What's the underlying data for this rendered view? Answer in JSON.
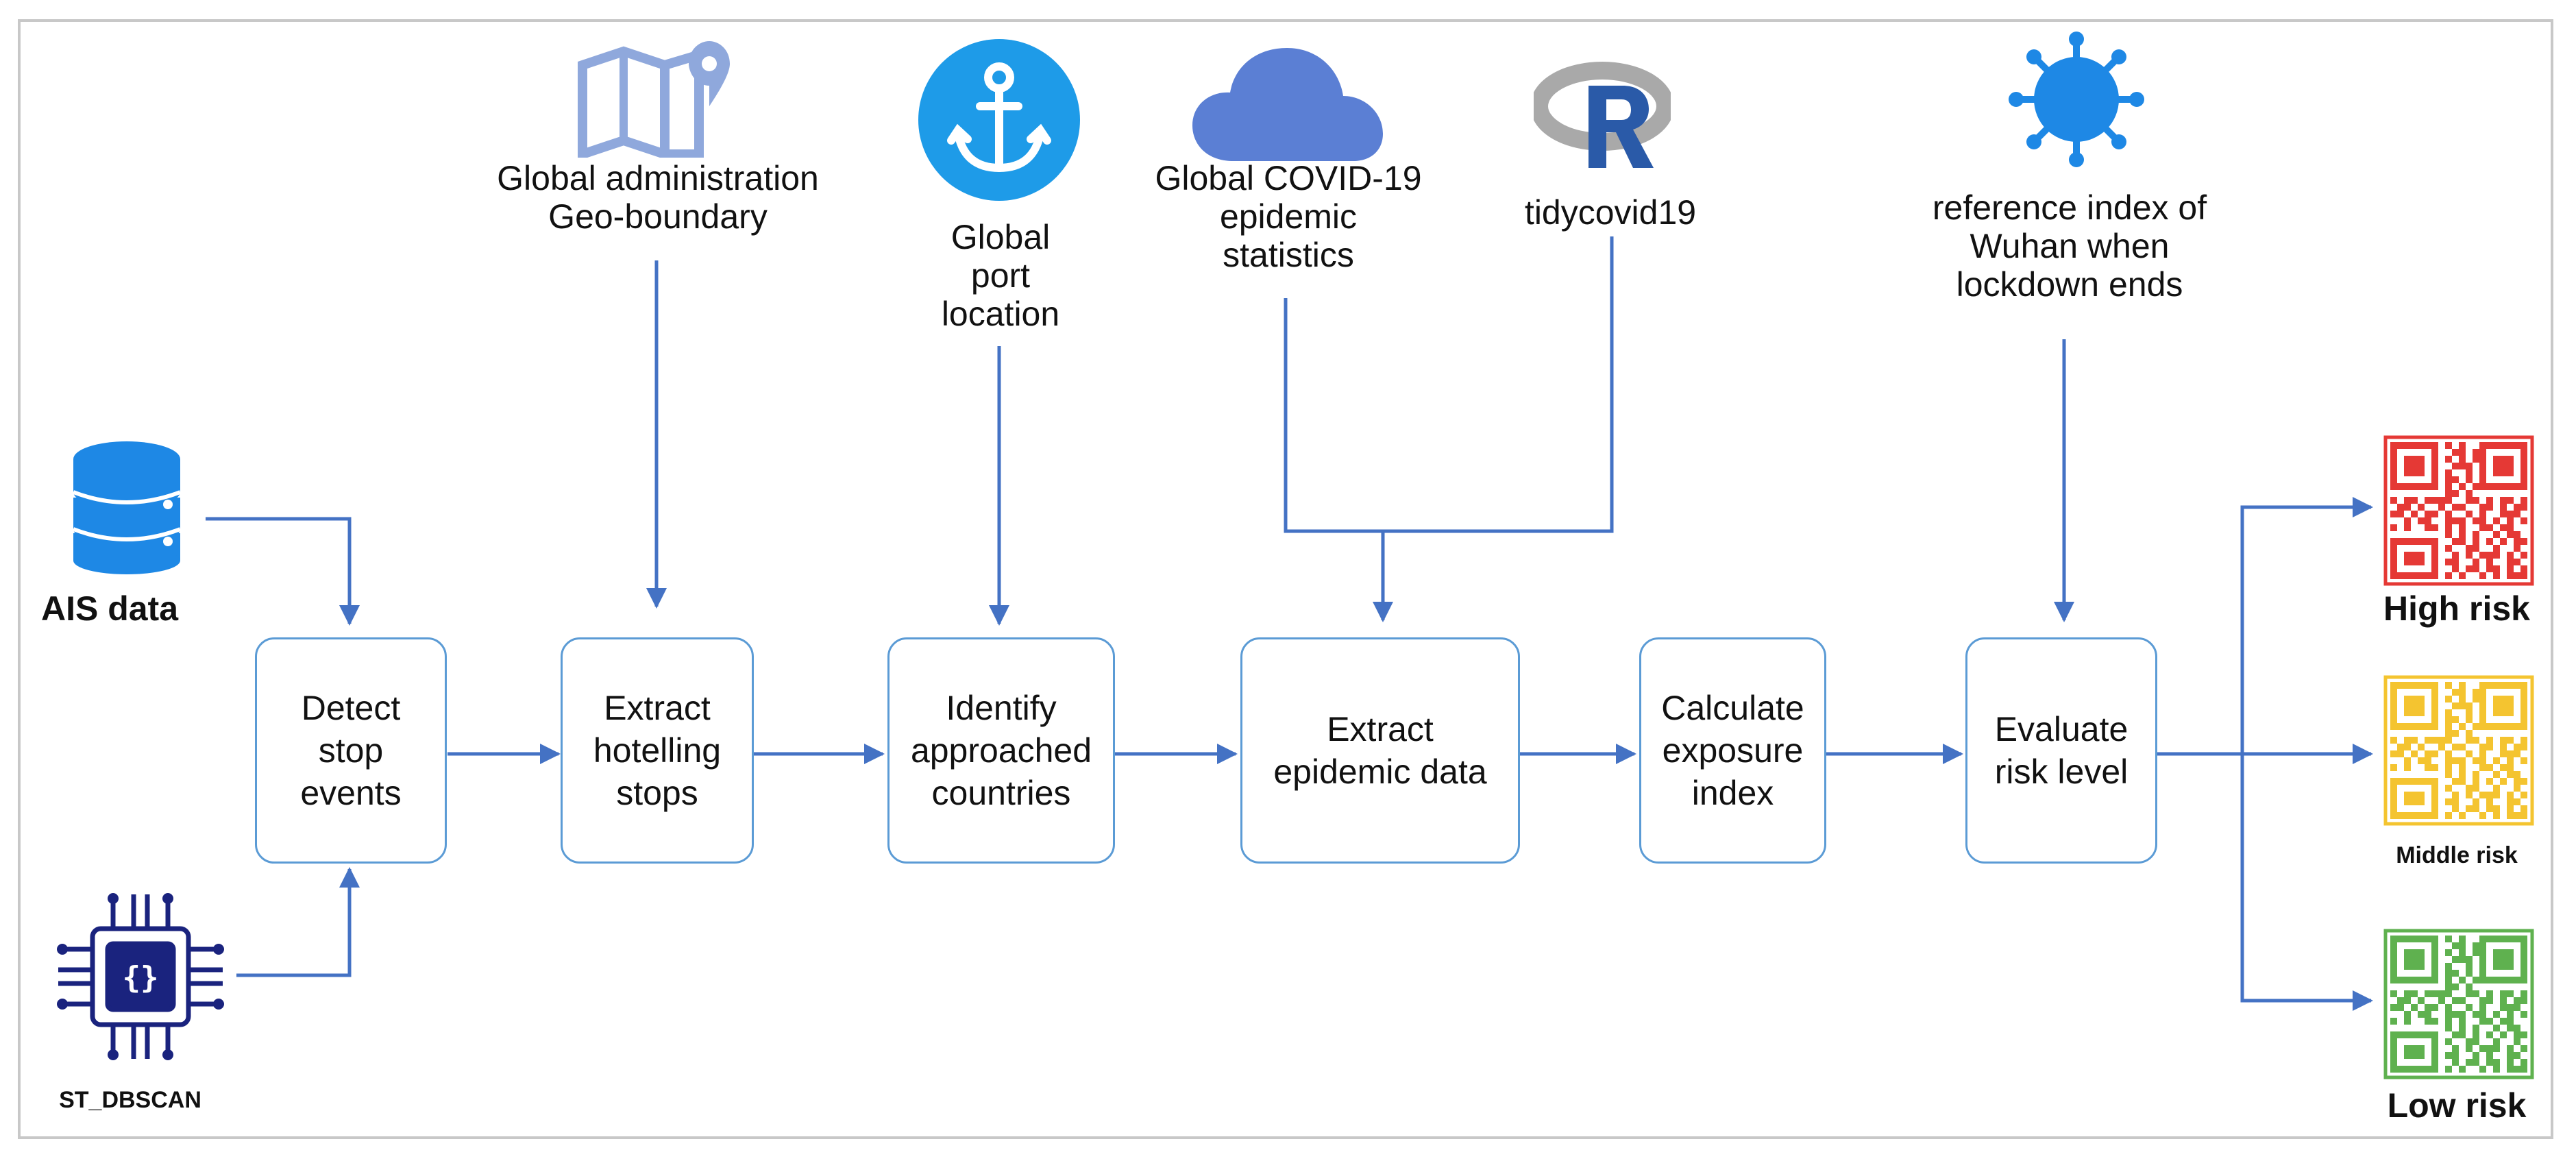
{
  "sources": {
    "ais": "AIS data",
    "st_dbscan": "ST_DBSCAN",
    "boundary": "Global administration\nGeo-boundary",
    "port": "Global\nport\nlocation",
    "covid_stats": "Global COVID-19\nepidemic\nstatistics",
    "tidycovid": "tidycovid19",
    "wuhan": "reference index of\nWuhan when\nlockdown ends"
  },
  "steps": [
    {
      "label": "Detect\nstop\nevents"
    },
    {
      "label": "Extract\nhotelling\nstops"
    },
    {
      "label": "Identify\napproached\ncountries"
    },
    {
      "label": "Extract\nepidemic data"
    },
    {
      "label": "Calculate\nexposure\nindex"
    },
    {
      "label": "Evaluate\nrisk level"
    }
  ],
  "outputs": [
    {
      "label": "High risk",
      "color": "#e53935"
    },
    {
      "label": "Middle risk",
      "color": "#f4c430"
    },
    {
      "label": "Low risk",
      "color": "#5fb14f"
    }
  ],
  "icons": {
    "database": "database-icon",
    "chip": "chip-icon",
    "map": "map-pin-icon",
    "anchor": "anchor-icon",
    "cloud": "cloud-icon",
    "r_logo": "r-logo-icon",
    "virus": "virus-icon",
    "qr": "qr-code-icon"
  },
  "colors": {
    "arrow": "#4472c4",
    "box_border": "#5b9bd5",
    "icon_blue": "#1e88e5",
    "icon_lightblue": "#8fa8dc",
    "chip_navy": "#1a237e"
  }
}
